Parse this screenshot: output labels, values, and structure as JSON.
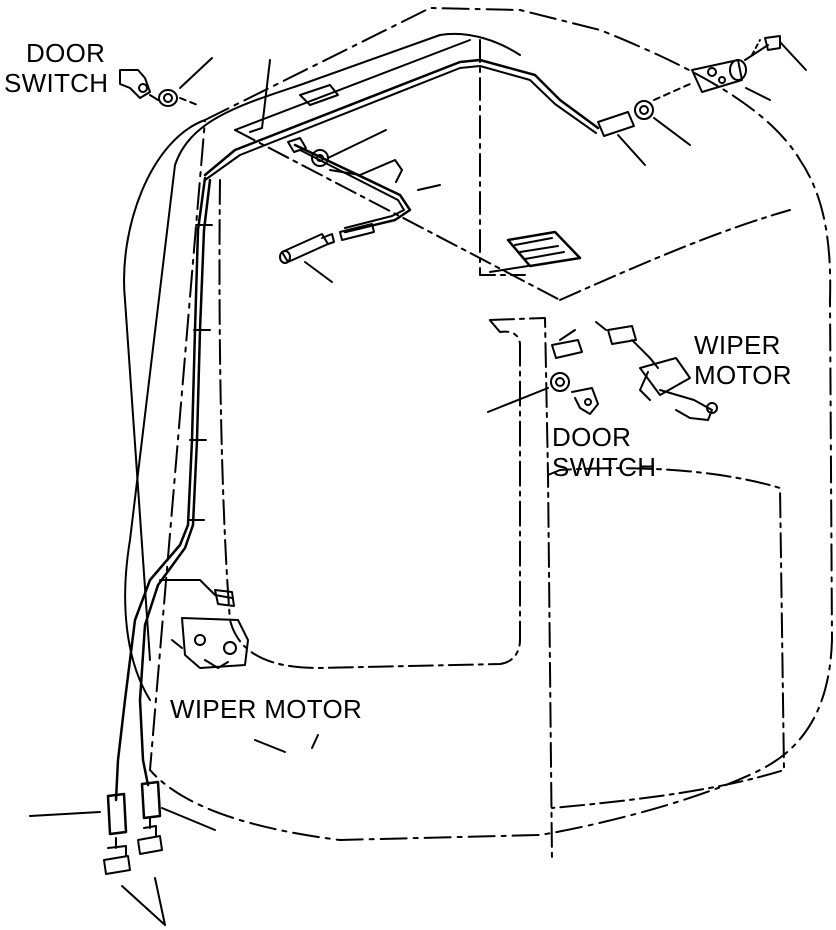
{
  "labels": {
    "door_switch_top_left": [
      "DOOR",
      "SWITCH"
    ],
    "door_switch_right": [
      "DOOR",
      "SWITCH"
    ],
    "wiper_motor_right": [
      "WIPER",
      "MOTOR"
    ],
    "wiper_motor_bottom": "WIPER MOTOR"
  },
  "colors": {
    "line": "#000000",
    "background": "#ffffff"
  }
}
